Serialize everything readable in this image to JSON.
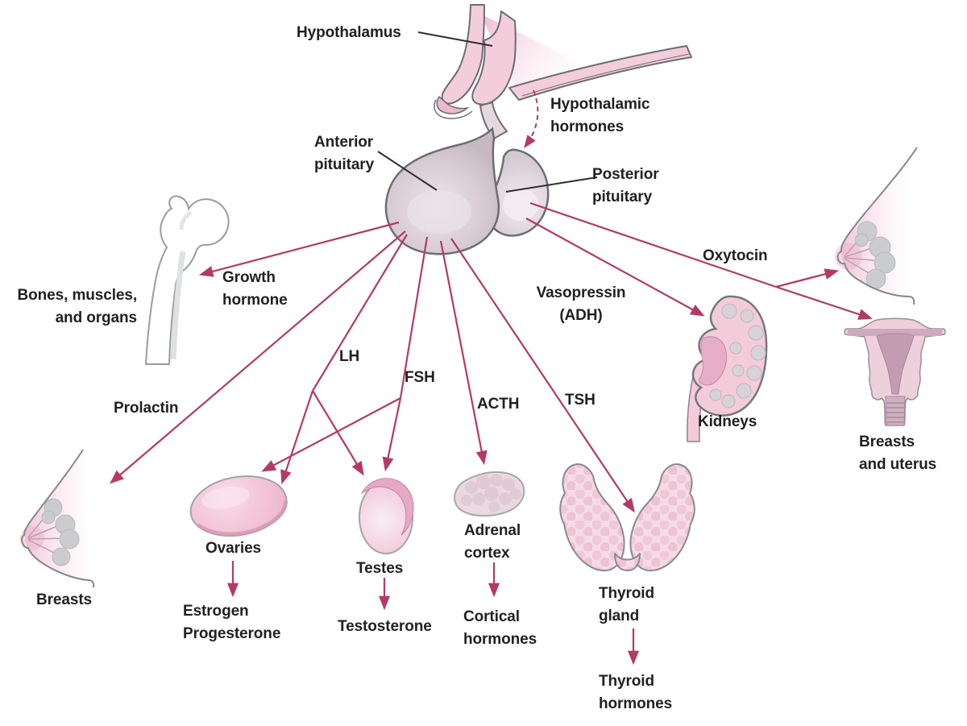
{
  "labels": {
    "hypothalamus": "Hypothalamus",
    "hypothalamic_hormones": "Hypothalamic\nhormones",
    "anterior_pituitary": "Anterior\npituitary",
    "posterior_pituitary": "Posterior\npituitary",
    "bones_muscles_organs": "Bones, muscles,\nand organs",
    "growth_hormone": "Growth\nhormone",
    "prolactin": "Prolactin",
    "lh": "LH",
    "fsh": "FSH",
    "acth": "ACTH",
    "tsh": "TSH",
    "vasopressin_adh": "Vasopressin\n(ADH)",
    "oxytocin": "Oxytocin",
    "kidneys": "Kidneys",
    "breasts": "Breasts",
    "breasts_and_uterus": "Breasts\nand uterus",
    "ovaries": "Ovaries",
    "estrogen_progesterone": "Estrogen\nProgesterone",
    "testes": "Testes",
    "testosterone": "Testosterone",
    "adrenal_cortex": "Adrenal\ncortex",
    "cortical_hormones": "Cortical\nhormones",
    "thyroid_gland": "Thyroid\ngland",
    "thyroid_hormones": "Thyroid\nhormones"
  },
  "pathways": [
    {
      "hormone": "Hypothalamic hormones",
      "from": "Hypothalamus",
      "to": "Pituitary"
    },
    {
      "hormone": "Growth hormone",
      "from": "Anterior pituitary",
      "to": "Bones, muscles, and organs"
    },
    {
      "hormone": "Prolactin",
      "from": "Anterior pituitary",
      "to": "Breasts"
    },
    {
      "hormone": "LH",
      "from": "Anterior pituitary",
      "to": "Ovaries, Testes"
    },
    {
      "hormone": "FSH",
      "from": "Anterior pituitary",
      "to": "Ovaries, Testes"
    },
    {
      "hormone": "ACTH",
      "from": "Anterior pituitary",
      "to": "Adrenal cortex"
    },
    {
      "hormone": "TSH",
      "from": "Anterior pituitary",
      "to": "Thyroid gland"
    },
    {
      "hormone": "Vasopressin (ADH)",
      "from": "Posterior pituitary",
      "to": "Kidneys"
    },
    {
      "hormone": "Oxytocin",
      "from": "Posterior pituitary",
      "to": "Breasts and uterus"
    },
    {
      "hormone": "Estrogen Progesterone",
      "from": "Ovaries",
      "to": ""
    },
    {
      "hormone": "Testosterone",
      "from": "Testes",
      "to": ""
    },
    {
      "hormone": "Cortical hormones",
      "from": "Adrenal cortex",
      "to": ""
    },
    {
      "hormone": "Thyroid hormones",
      "from": "Thyroid gland",
      "to": ""
    }
  ],
  "colors": {
    "arrow": "#b43a66",
    "text": "#231f20",
    "pointer_line": "#2f2f31",
    "organ_pink": "#f3cbd9",
    "organ_pink_dark": "#e6aec7",
    "gland_lavender": "#cfc2ca",
    "outline_gray": "#77787b",
    "lobule_gray": "#cdced1",
    "background": "#ffffff"
  }
}
